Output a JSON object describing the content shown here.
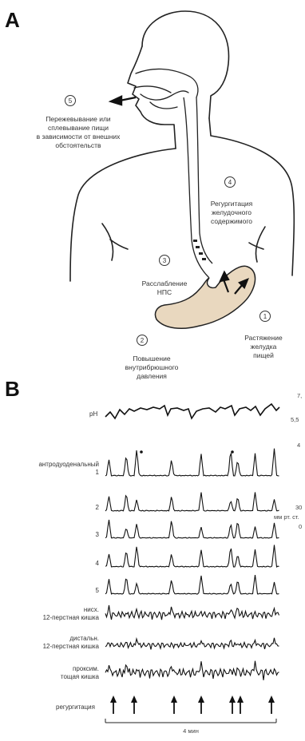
{
  "panel_a": {
    "letter": "A",
    "steps": [
      {
        "number": "5",
        "lines": [
          "Пережевывание или",
          "сплевывание пищи",
          "в зависимости от внешних",
          "обстоятельств"
        ]
      },
      {
        "number": "4",
        "lines": [
          "Регургитация",
          "желудочного",
          "содержимого"
        ]
      },
      {
        "number": "3",
        "lines": [
          "Расслабление",
          "НПС"
        ]
      },
      {
        "number": "2",
        "lines": [
          "Повышение",
          "внутрибрюшного",
          "давления"
        ]
      },
      {
        "number": "1",
        "lines": [
          "Растяжение",
          "желудка",
          "пищей"
        ]
      }
    ]
  },
  "panel_b": {
    "letter": "B",
    "ph_label": "pH",
    "ph_scale": [
      "7,",
      "5,5"
    ],
    "pressure_scale_top": "4",
    "pressure_scale_bottom": "30",
    "pressure_units": "мм рт. ст.",
    "pressure_zero": "0",
    "traces": [
      {
        "lines": [
          "антродуоденальный",
          "1"
        ]
      },
      {
        "lines": [
          "2"
        ]
      },
      {
        "lines": [
          "3"
        ]
      },
      {
        "lines": [
          "4"
        ]
      },
      {
        "lines": [
          "5"
        ]
      },
      {
        "lines": [
          "нисх.",
          "12-перстная кишка"
        ]
      },
      {
        "lines": [
          "дистальн.",
          "12-перстная кишка"
        ]
      },
      {
        "lines": [
          "проксим.",
          "тощая кишка"
        ]
      }
    ],
    "regurgitation_label": "регургитация",
    "time_scale_label": "4 мин"
  }
}
